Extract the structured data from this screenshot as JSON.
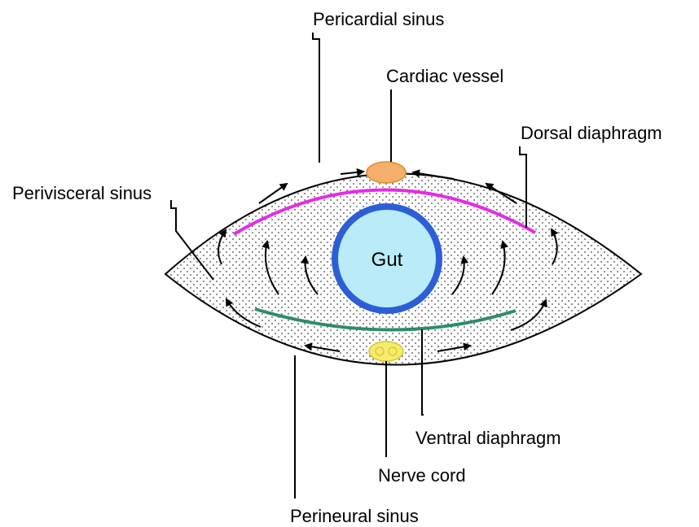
{
  "labels": {
    "pericardial_sinus": "Pericardial sinus",
    "cardiac_vessel": "Cardiac vessel",
    "dorsal_diaphragm": "Dorsal diaphragm",
    "perivisceral_sinus": "Perivisceral sinus",
    "gut": "Gut",
    "ventral_diaphragm": "Ventral diaphragm",
    "nerve_cord": "Nerve cord",
    "perineural_sinus": "Perineural sinus"
  },
  "colors": {
    "body_fill": "#ffffff",
    "stipple": "#555555",
    "dorsal_diaphragm": "#e62be6",
    "ventral_diaphragm": "#2e8b6e",
    "gut_fill": "#b9ecf8",
    "gut_ring": "#2c5fd6",
    "cardiac_vessel": "#f4b06a",
    "nerve_cord": "#f7ec6a"
  }
}
